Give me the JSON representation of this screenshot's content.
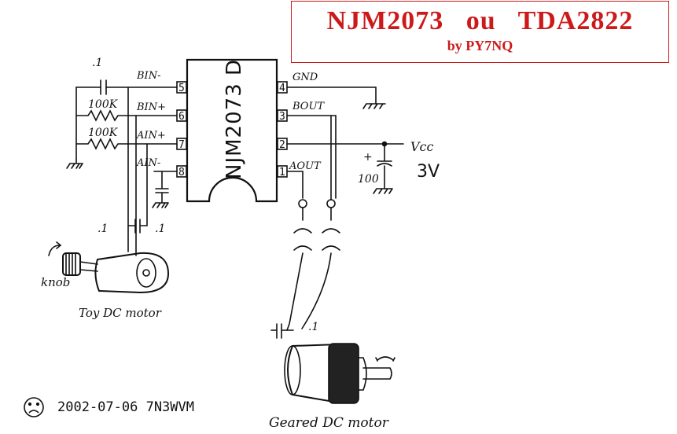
{
  "title": {
    "main": "NJM2073   ou   TDA2822",
    "sub": "by PY7NQ"
  },
  "chip": {
    "label": "NJM2073 D"
  },
  "pins": {
    "p5": {
      "num": "5",
      "name": "BIN-"
    },
    "p6": {
      "num": "6",
      "name": "BIN+"
    },
    "p7": {
      "num": "7",
      "name": "AIN+"
    },
    "p8": {
      "num": "8",
      "name": "AIN-"
    },
    "p4": {
      "num": "4",
      "name": "GND"
    },
    "p3": {
      "num": "3",
      "name": "BOUT"
    },
    "p2": {
      "num": "2",
      "name": ""
    },
    "p1": {
      "num": "1",
      "name": "AOUT"
    }
  },
  "components": {
    "cap_in": ".1",
    "r1": "100K",
    "r2": "100K",
    "cap_left": ".1",
    "cap_right": ".1",
    "cap_motor": ".1",
    "cap_supply": "100",
    "cap_plus": "+",
    "vcc": "Vcc",
    "voltage": "3V"
  },
  "captions": {
    "knob": "knob",
    "toy_motor": "Toy DC motor",
    "geared_motor": "Geared DC motor"
  },
  "footer": {
    "date": "2002-07-06  7N3WVM"
  },
  "colors": {
    "accent": "#cc1a1a",
    "ink": "#111111"
  }
}
